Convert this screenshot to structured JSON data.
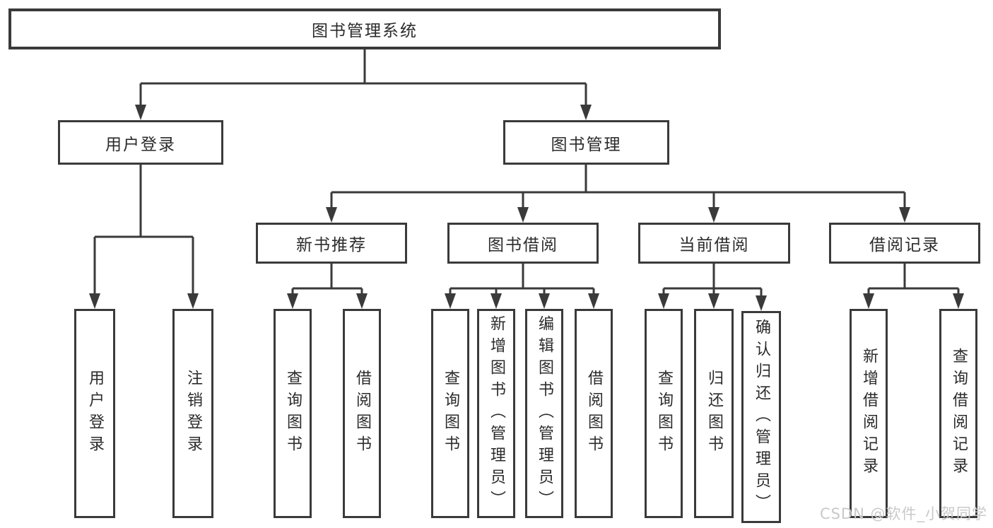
{
  "tree": {
    "root": {
      "label": "图书管理系统"
    },
    "branches": [
      {
        "label": "用户登录",
        "children": [
          {
            "label": "用户登录"
          },
          {
            "label": "注销登录"
          }
        ]
      },
      {
        "label": "图书管理",
        "children": [
          {
            "label": "新书推荐",
            "children": [
              {
                "label": "查询图书"
              },
              {
                "label": "借阅图书"
              }
            ]
          },
          {
            "label": "图书借阅",
            "children": [
              {
                "label": "查询图书"
              },
              {
                "label": "新增图书（管理员）"
              },
              {
                "label": "编辑图书（管理员）"
              },
              {
                "label": "借阅图书"
              }
            ]
          },
          {
            "label": "当前借阅",
            "children": [
              {
                "label": "查询图书"
              },
              {
                "label": "归还图书"
              },
              {
                "label": "确认归还（管理员）"
              }
            ]
          },
          {
            "label": "借阅记录",
            "children": [
              {
                "label": "新增借阅记录"
              },
              {
                "label": "查询借阅记录"
              }
            ]
          }
        ]
      }
    ]
  },
  "watermark": "CSDN @软件_小贺同学",
  "colors": {
    "line": "#3a3a3a",
    "text": "#2b2b2b",
    "watermark": "#c9c9c9",
    "background": "#ffffff"
  }
}
